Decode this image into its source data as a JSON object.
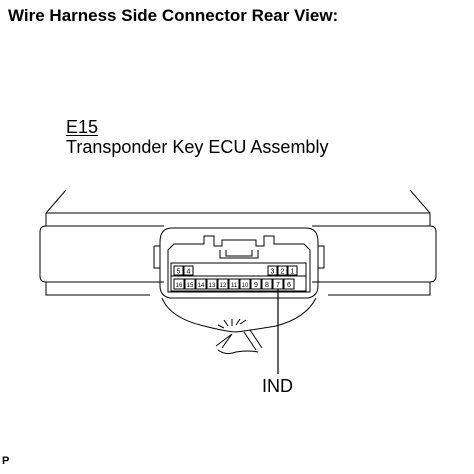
{
  "header": {
    "title": "Wire Harness Side Connector Rear View:"
  },
  "connector": {
    "code": "E15",
    "name": "Transponder Key ECU Assembly",
    "pins_upper": [
      {
        "id": "pin-5",
        "label": "5"
      },
      {
        "id": "pin-4",
        "label": "4"
      },
      {
        "id": "pin-3",
        "label": "3"
      },
      {
        "id": "pin-2",
        "label": "2"
      },
      {
        "id": "pin-1",
        "label": "1"
      }
    ],
    "pins_lower": [
      {
        "id": "pin-16",
        "label": "16"
      },
      {
        "id": "pin-15",
        "label": "15"
      },
      {
        "id": "pin-14",
        "label": "14"
      },
      {
        "id": "pin-13",
        "label": "13"
      },
      {
        "id": "pin-12",
        "label": "12"
      },
      {
        "id": "pin-11",
        "label": "11"
      },
      {
        "id": "pin-10",
        "label": "10"
      },
      {
        "id": "pin-9",
        "label": "9"
      },
      {
        "id": "pin-8",
        "label": "8"
      },
      {
        "id": "pin-7",
        "label": "7"
      },
      {
        "id": "pin-6",
        "label": "6"
      }
    ]
  },
  "callout": {
    "label": "IND",
    "pin": "7"
  },
  "figure": {
    "id": "P"
  }
}
